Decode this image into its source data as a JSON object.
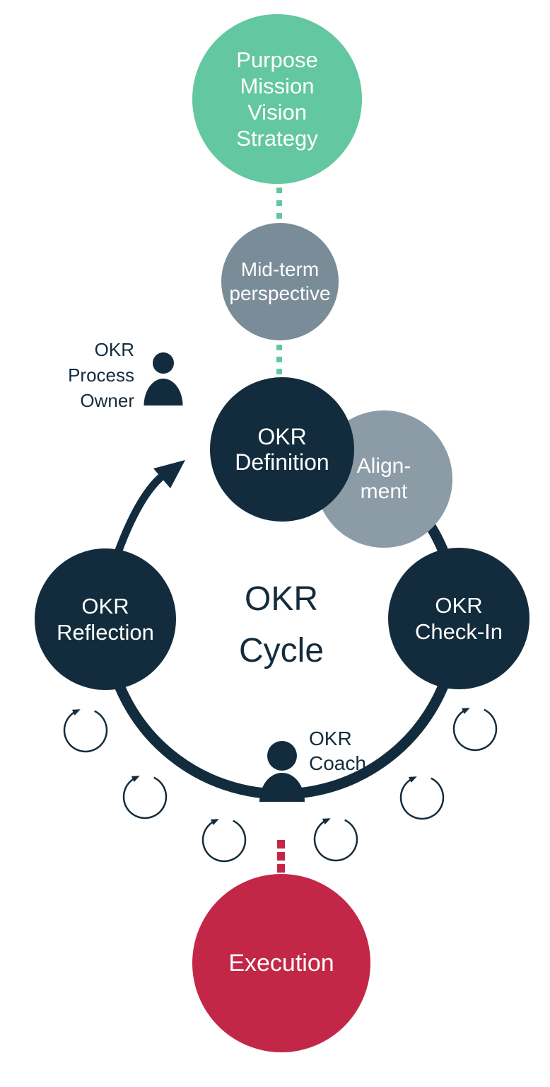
{
  "diagram_title": "OKR Cycle",
  "colors": {
    "green": "#63C7A1",
    "gray_mid": "#7A8C98",
    "gray_alignment": "#8C9CA7",
    "navy": "#132C3D",
    "red": "#C32747",
    "white_text": "#FFFFFF"
  },
  "nodes": {
    "purpose": {
      "lines": [
        "Purpose",
        "Mission",
        "Vision",
        "Strategy"
      ]
    },
    "midterm": {
      "lines": [
        "Mid-term",
        "perspective"
      ]
    },
    "definition": {
      "lines": [
        "OKR",
        "Definition"
      ]
    },
    "alignment": {
      "lines": [
        "Align-",
        "ment"
      ]
    },
    "reflection": {
      "lines": [
        "OKR",
        "Reflection"
      ]
    },
    "checkin": {
      "lines": [
        "OKR",
        "Check-In"
      ]
    },
    "execution": {
      "lines": [
        "Execution"
      ]
    }
  },
  "center_label": {
    "lines": [
      "OKR",
      "Cycle"
    ]
  },
  "roles": {
    "process_owner": {
      "lines": [
        "OKR",
        "Process",
        "Owner"
      ],
      "icon": "person-icon"
    },
    "coach": {
      "lines": [
        "OKR",
        "Coach"
      ],
      "icon": "person-icon"
    }
  },
  "decorations": {
    "cycle_arrow_icon": "curved-arrow-icon",
    "loop_icon": "circular-arrow-icon",
    "loop_icon_count": 6,
    "connectors": [
      "green-dotted-connector",
      "green-dotted-connector",
      "red-dotted-connector"
    ]
  }
}
